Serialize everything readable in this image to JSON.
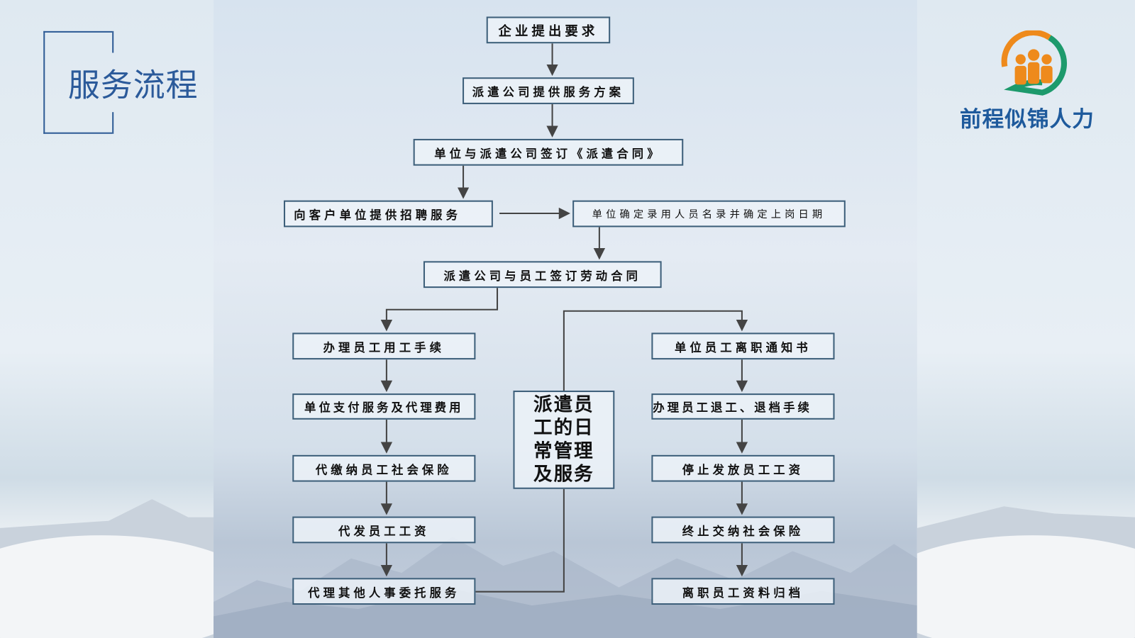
{
  "title": "服务流程",
  "brand": {
    "name": "前程似锦人力",
    "colors": {
      "orange": "#ee8a1c",
      "green": "#1d9a6c",
      "blue": "#1e5a9c"
    }
  },
  "flow": {
    "main": [
      "企业提出要求",
      "派遣公司提供服务方案",
      "单位与派遣公司签订《派遣合同》",
      "向客户单位提供招聘服务",
      "单位确定录用人员名录并确定上岗日期",
      "派遣公司与员工签订劳动合同"
    ],
    "center": "派遣员工的日常管理及服务",
    "left": [
      "办理员工用工手续",
      "单位支付服务及代理费用",
      "代缴纳员工社会保险",
      "代发员工工资",
      "代理其他人事委托服务"
    ],
    "right": [
      "单位员工离职通知书",
      "办理员工退工、退档手续",
      "停止发放员工工资",
      "终止交纳社会保险",
      "离职员工资料归档"
    ]
  }
}
